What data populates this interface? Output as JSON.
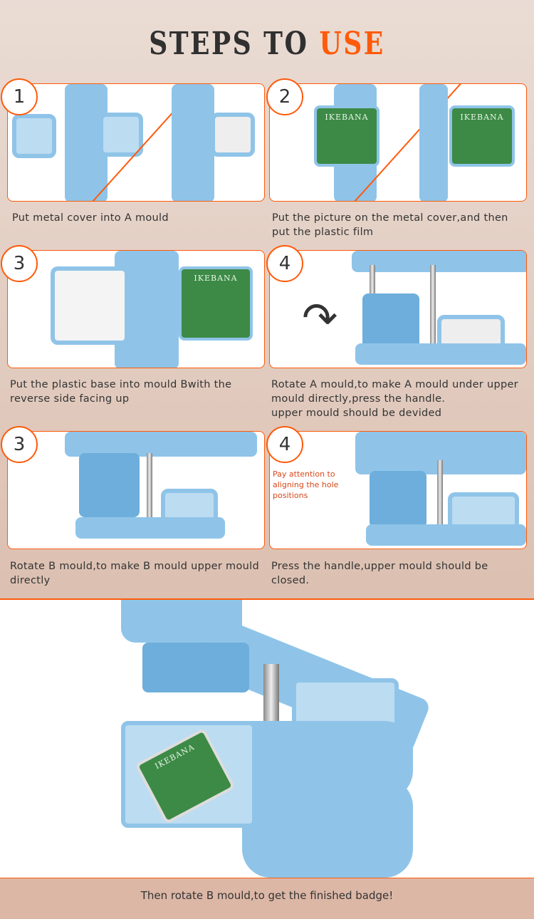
{
  "header": {
    "title_part1": "STEPS TO",
    "title_part2": "USE"
  },
  "steps": [
    {
      "number": "1",
      "caption": "Put metal cover into A mould"
    },
    {
      "number": "2",
      "caption": "Put the picture on the metal cover,and then put the plastic film",
      "badge_text": "IKEBANA"
    },
    {
      "number": "3",
      "caption": "Put the plastic base into mould Bwith the reverse side facing up",
      "badge_text": "IKEBANA"
    },
    {
      "number": "4",
      "caption": "Rotate A mould,to make A mould under upper mould directly,press the handle.\nupper mould should be devided"
    },
    {
      "number": "3",
      "caption": "Rotate B mould,to make B mould upper mould directly"
    },
    {
      "number": "4",
      "caption": "Press the handle,upper mould should be closed.",
      "note": "Pay attention to aligning the hole positions"
    }
  ],
  "footer": {
    "text": "Then rotate B mould,to get the finished badge!"
  },
  "final_badge_text": "IKEBANA",
  "colors": {
    "accent": "#ff5a0a",
    "machine": "#8fc4e8"
  }
}
